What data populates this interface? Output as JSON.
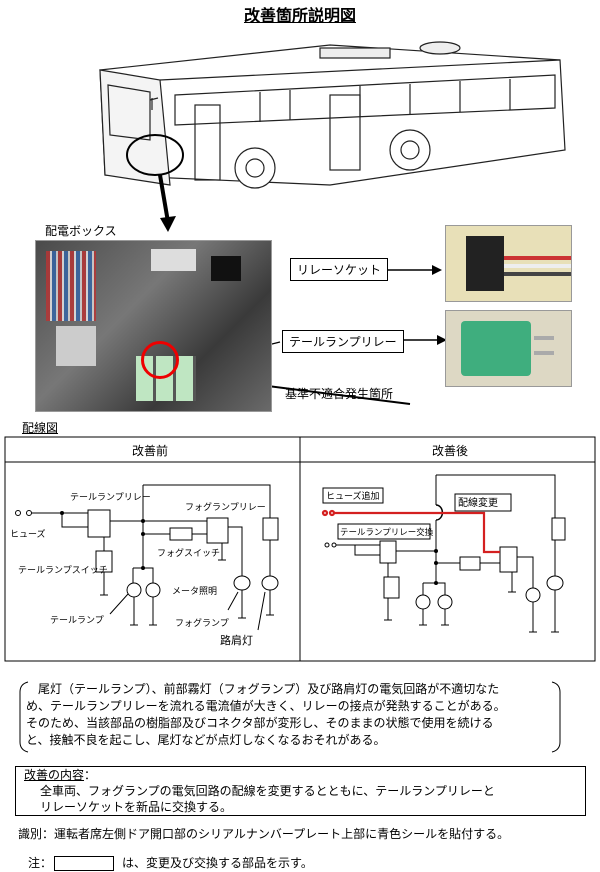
{
  "title": "改善箇所説明図",
  "photo_section": {
    "distribution_box_label": "配電ボックス",
    "relay_socket_label": "リレーソケット",
    "tail_lamp_relay_label": "テールランプリレー",
    "nonconformity_label": "基準不適合発生箇所"
  },
  "wiring": {
    "heading": "配線図",
    "before": {
      "header": "改善前",
      "tail_lamp_relay": "テールランプリレー",
      "fog_lamp_relay": "フォグランプリレー",
      "fuse": "ヒューズ",
      "fog_switch": "フォグスイッチ",
      "tail_lamp_switch": "テールランプスイッチ",
      "meter_light": "メータ照明",
      "tail_lamp": "テールランプ",
      "fog_lamp": "フォグランプ",
      "shoulder_lamp": "路肩灯"
    },
    "after": {
      "header": "改善後",
      "fuse_added": "ヒューズ追加",
      "wiring_changed": "配線変更",
      "tail_relay_replaced": "テールランプリレー交換"
    },
    "highlight_color": "#d42020"
  },
  "description": [
    "　尾灯（テールランプ）、前部霧灯（フォグランプ）及び路肩灯の電気回路が不適切なた",
    "め、テールランプリレーを流れる電流値が大きく、リレーの接点が発熱することがある。",
    "そのため、当該部品の樹脂部及びコネクタ部が変形し、そのままの状態で使用を続ける",
    "と、接触不良を起こし、尾灯などが点灯しなくなるおそれがある。"
  ],
  "improvement": {
    "heading": "改善の内容",
    "colon": "：",
    "lines": [
      "全車両、フォグランプの電気回路の配線を変更するとともに、テールランプリレーと",
      "リレーソケットを新品に交換する。"
    ]
  },
  "identification": "識別：運転者席左側ドア開口部のシリアルナンバープレート上部に青色シールを貼付する。",
  "note": {
    "prefix": "注：",
    "text": "は、変更及び交換する部品を示す。"
  }
}
